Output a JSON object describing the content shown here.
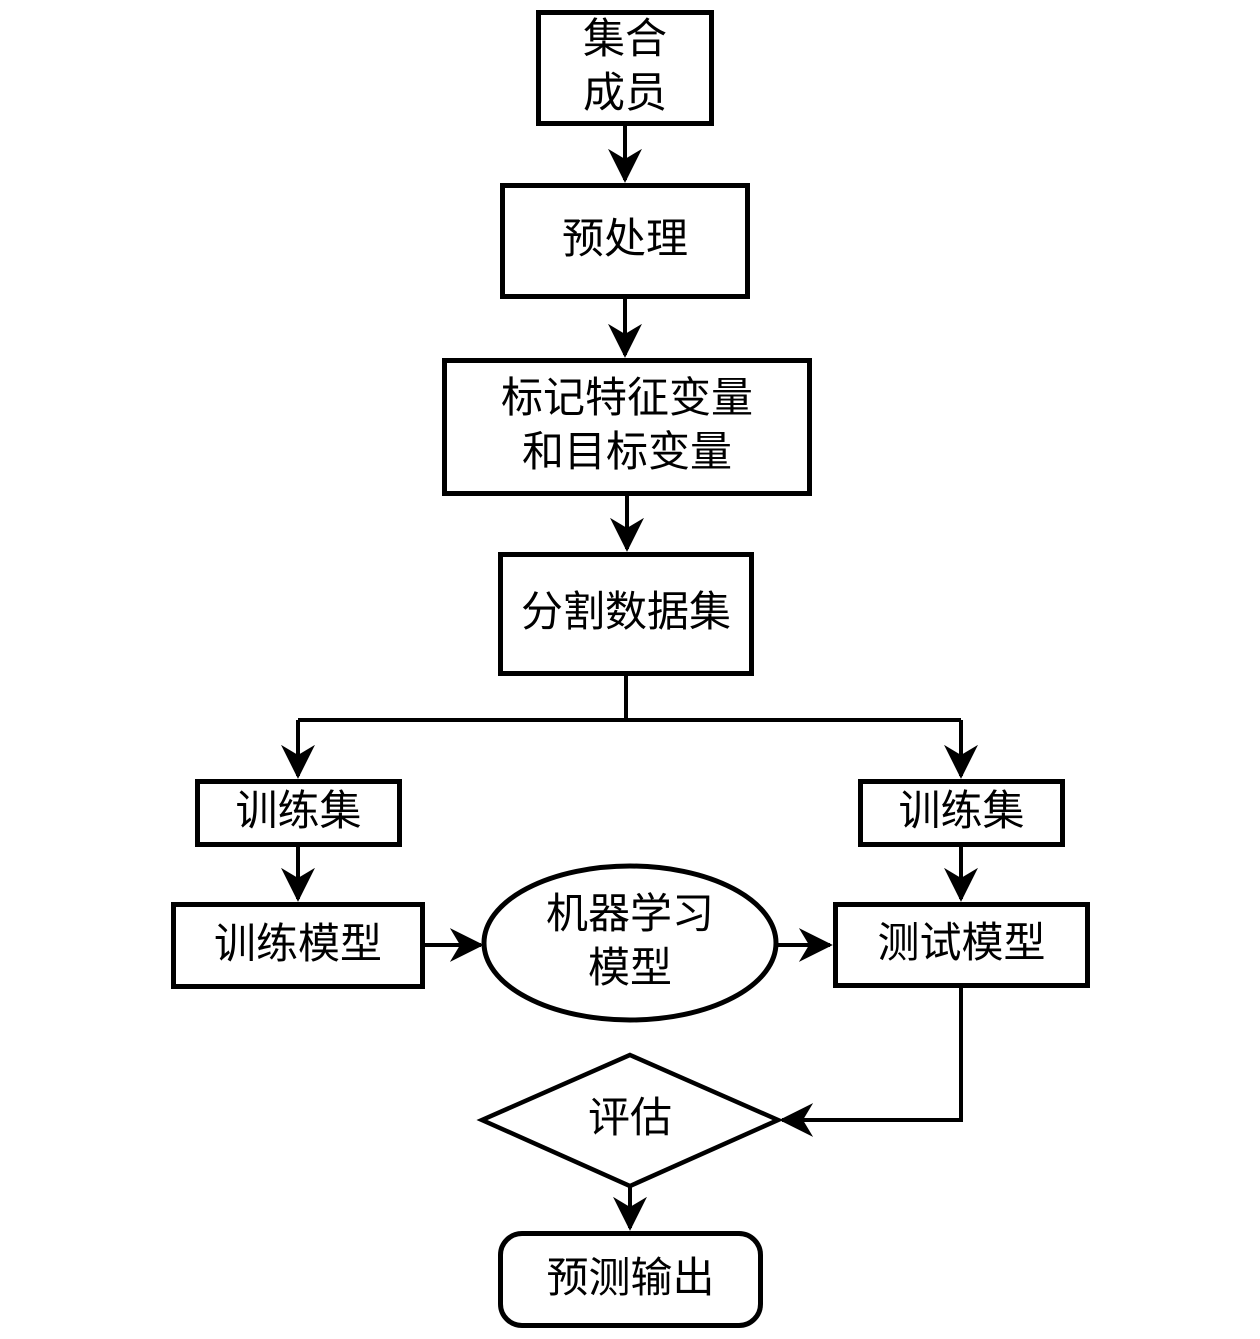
{
  "colors": {
    "stroke": "#000000",
    "background": "#ffffff",
    "text": "#000000"
  },
  "nodes": {
    "member_set": {
      "label": "集合\n成员",
      "shape": "rect"
    },
    "preprocess": {
      "label": "预处理",
      "shape": "rect"
    },
    "mark_variables": {
      "label": "标记特征变量\n和目标变量",
      "shape": "rect"
    },
    "split_dataset": {
      "label": "分割数据集",
      "shape": "rect"
    },
    "train_set_left": {
      "label": "训练集",
      "shape": "rect"
    },
    "train_set_right": {
      "label": "训练集",
      "shape": "rect"
    },
    "train_model": {
      "label": "训练模型",
      "shape": "rect"
    },
    "ml_model": {
      "label": "机器学习\n模型",
      "shape": "ellipse"
    },
    "evaluate": {
      "label": "评估",
      "shape": "diamond"
    },
    "test_model": {
      "label": "测试模型",
      "shape": "rect"
    },
    "predict_output": {
      "label": "预测输出",
      "shape": "rounded-rect"
    }
  },
  "edges": [
    {
      "from": "member_set",
      "to": "preprocess"
    },
    {
      "from": "preprocess",
      "to": "mark_variables"
    },
    {
      "from": "mark_variables",
      "to": "split_dataset"
    },
    {
      "from": "split_dataset",
      "to": "train_set_left"
    },
    {
      "from": "split_dataset",
      "to": "train_set_right"
    },
    {
      "from": "train_set_left",
      "to": "train_model"
    },
    {
      "from": "train_set_right",
      "to": "test_model"
    },
    {
      "from": "train_model",
      "to": "ml_model"
    },
    {
      "from": "ml_model",
      "to": "test_model"
    },
    {
      "from": "test_model",
      "to": "evaluate"
    },
    {
      "from": "evaluate",
      "to": "predict_output"
    }
  ]
}
